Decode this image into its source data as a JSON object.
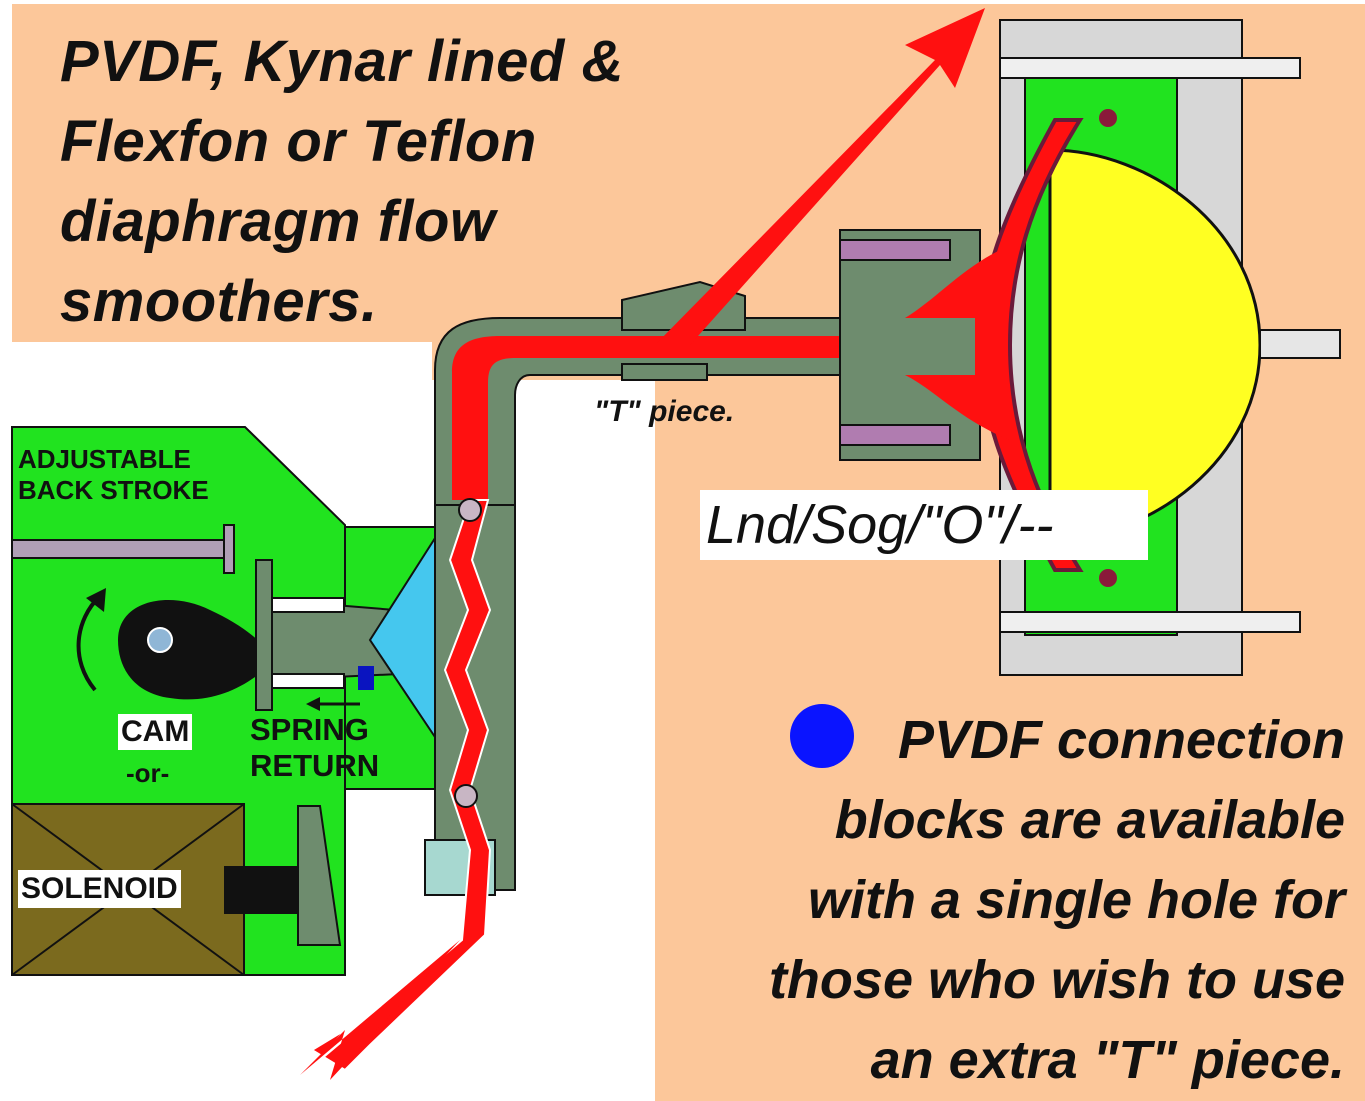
{
  "headline": {
    "line1": "PVDF, Kynar lined &",
    "line2": "Flexfon or Teflon",
    "line3": "diaphragm flow",
    "line4": "smoothers."
  },
  "labels": {
    "t_piece": "\"T\" piece.",
    "model_code": "Lnd/Sog/\"O\"/--",
    "adjustable_line1": "ADJUSTABLE",
    "adjustable_line2": "BACK STROKE",
    "cam": "CAM",
    "or": "-or-",
    "spring_line1": "SPRING",
    "spring_line2": "RETURN",
    "solenoid": "SOLENOID"
  },
  "footnote": {
    "line1": "PVDF connection",
    "line2": "blocks are available",
    "line3": "with a single hole for",
    "line4": "those who wish to use",
    "line5": "an extra \"T\" piece.",
    "bullet_color": "#0a14ff"
  },
  "colors": {
    "background": "#fcc79a",
    "pump_body": "#21e31f",
    "flow": "#ff1010",
    "dome": "#ffff22"
  }
}
